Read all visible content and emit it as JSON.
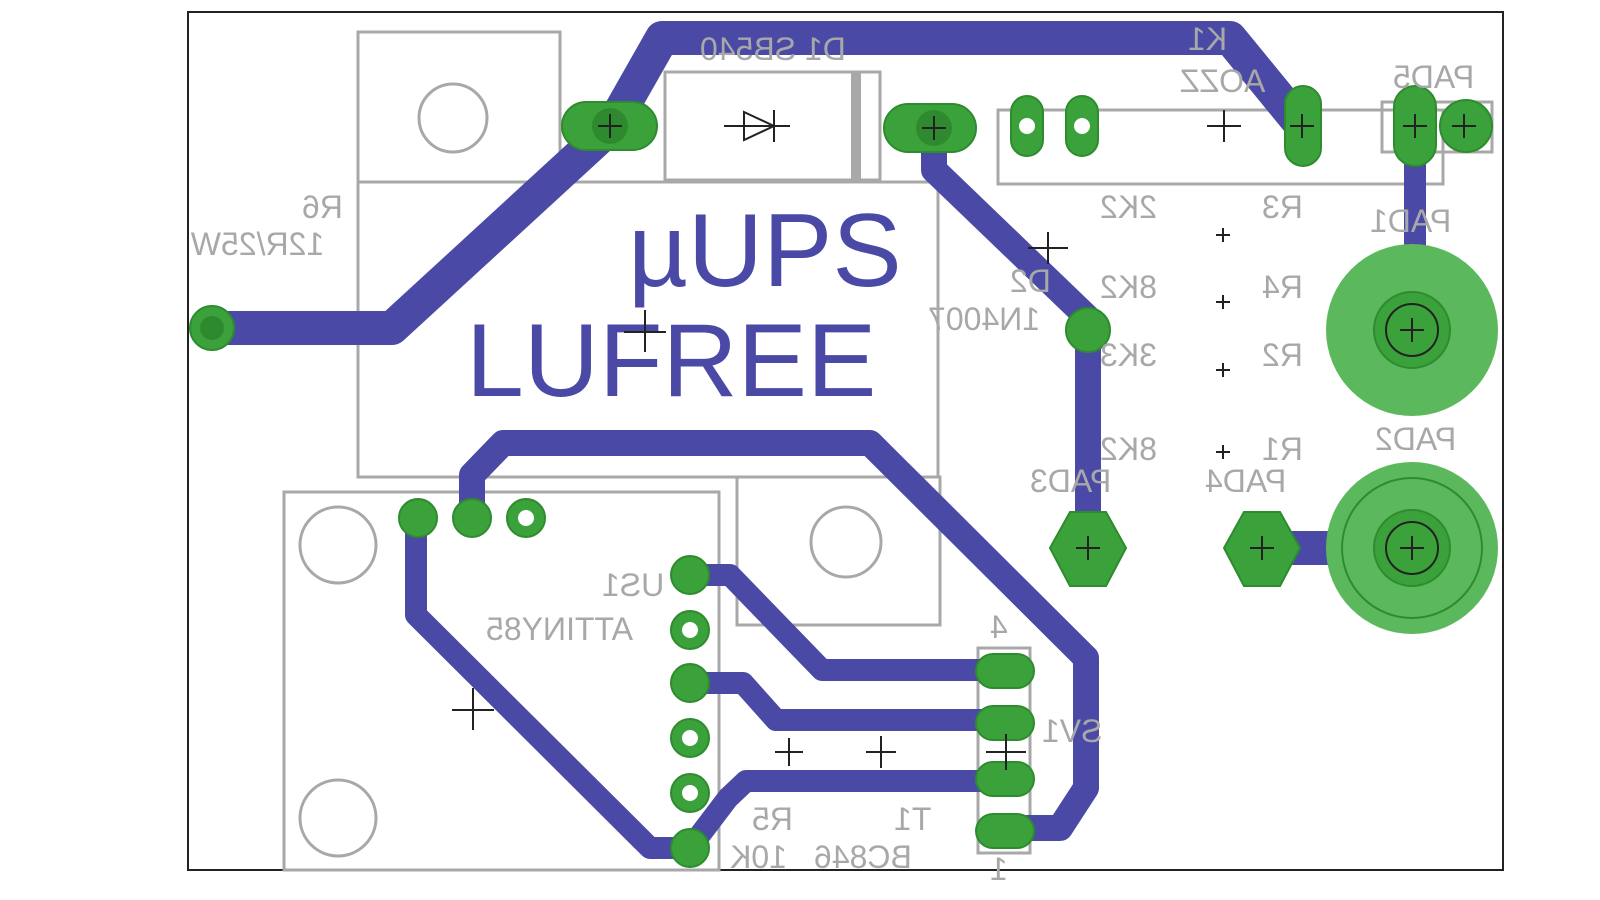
{
  "board": {
    "title_line1": "µUPS",
    "title_line2": "LUFREE"
  },
  "labels": {
    "d1": "D1 SB540",
    "k1": "K1",
    "k1_value": "AOZZ",
    "pad5": "PAD5",
    "pad1": "PAD1",
    "pad2": "PAD2",
    "pad3": "PAD3",
    "pad4": "PAD4",
    "r6": "R6",
    "r6_value": "12R/25W",
    "d2": "D2",
    "d2_value": "1N4007",
    "r3": "R3",
    "r3_value": "2K2",
    "r4": "R4",
    "r4_value": "8K2",
    "r2": "R2",
    "r2_value": "3K3",
    "r1": "R1",
    "r1_value": "8K2",
    "us1": "US1",
    "us1_value": "ATTINY85",
    "sv1": "SV1",
    "sv1_pin4": "4",
    "sv1_pin1": "1",
    "r5": "R5",
    "r5_value": "10K",
    "t1": "T1",
    "t1_value": "BC846"
  },
  "colors": {
    "copper_trace": "#4a4aa6",
    "pad": "#3ba23b",
    "silkscreen": "#a8a8a8",
    "board_outline": "#222222"
  }
}
